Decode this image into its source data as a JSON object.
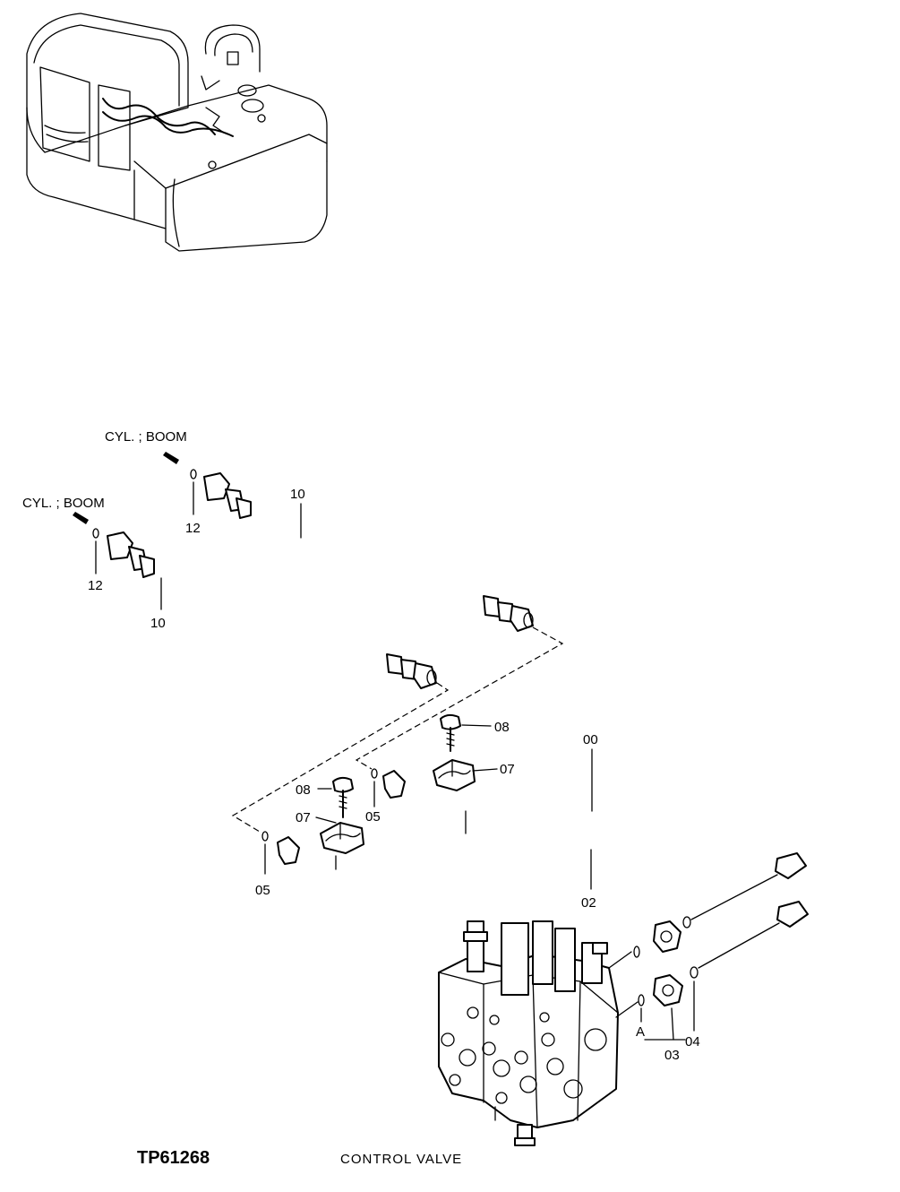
{
  "title_code": "TP61268",
  "caption": "CONTROL VALVE",
  "destinations": [
    {
      "text": "CYL. ; BOOM"
    },
    {
      "text": "CYL. ; BOOM"
    }
  ],
  "callouts": {
    "p00": "00",
    "p02": "02",
    "p03": "03",
    "p04": "04",
    "p05a": "05",
    "p05b": "05",
    "p07a": "07",
    "p07b": "07",
    "p08a": "08",
    "p08b": "08",
    "p10a": "10",
    "p10b": "10",
    "p12a": "12",
    "p12b": "12",
    "pA": "A"
  }
}
